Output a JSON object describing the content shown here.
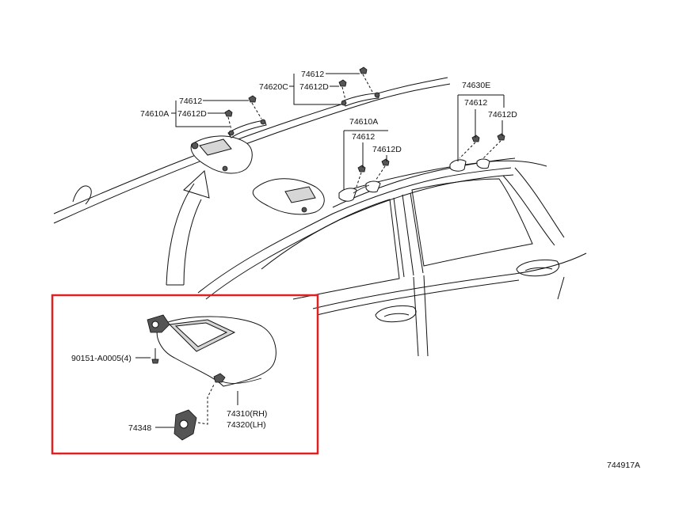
{
  "diagram": {
    "labels": {
      "l74612_top": "74612",
      "l74620C": "74620C",
      "l74612D_top": "74612D",
      "l74612_left": "74612",
      "l74610A_left": "74610A",
      "l74612D_left": "74612D",
      "l74630E": "74630E",
      "l74612_right": "74612",
      "l74612D_right": "74612D",
      "l74610A_mid": "74610A",
      "l74612_mid": "74612",
      "l74612D_mid": "74612D",
      "l90151": "90151-A0005(4)",
      "l74348": "74348",
      "l74310": "74310(RH)",
      "l74320": "74320(LH)",
      "ref_code": "744917A"
    },
    "colors": {
      "highlight_box": "#e32020",
      "line": "#111111",
      "part_fill": "#d6d6d6"
    }
  }
}
